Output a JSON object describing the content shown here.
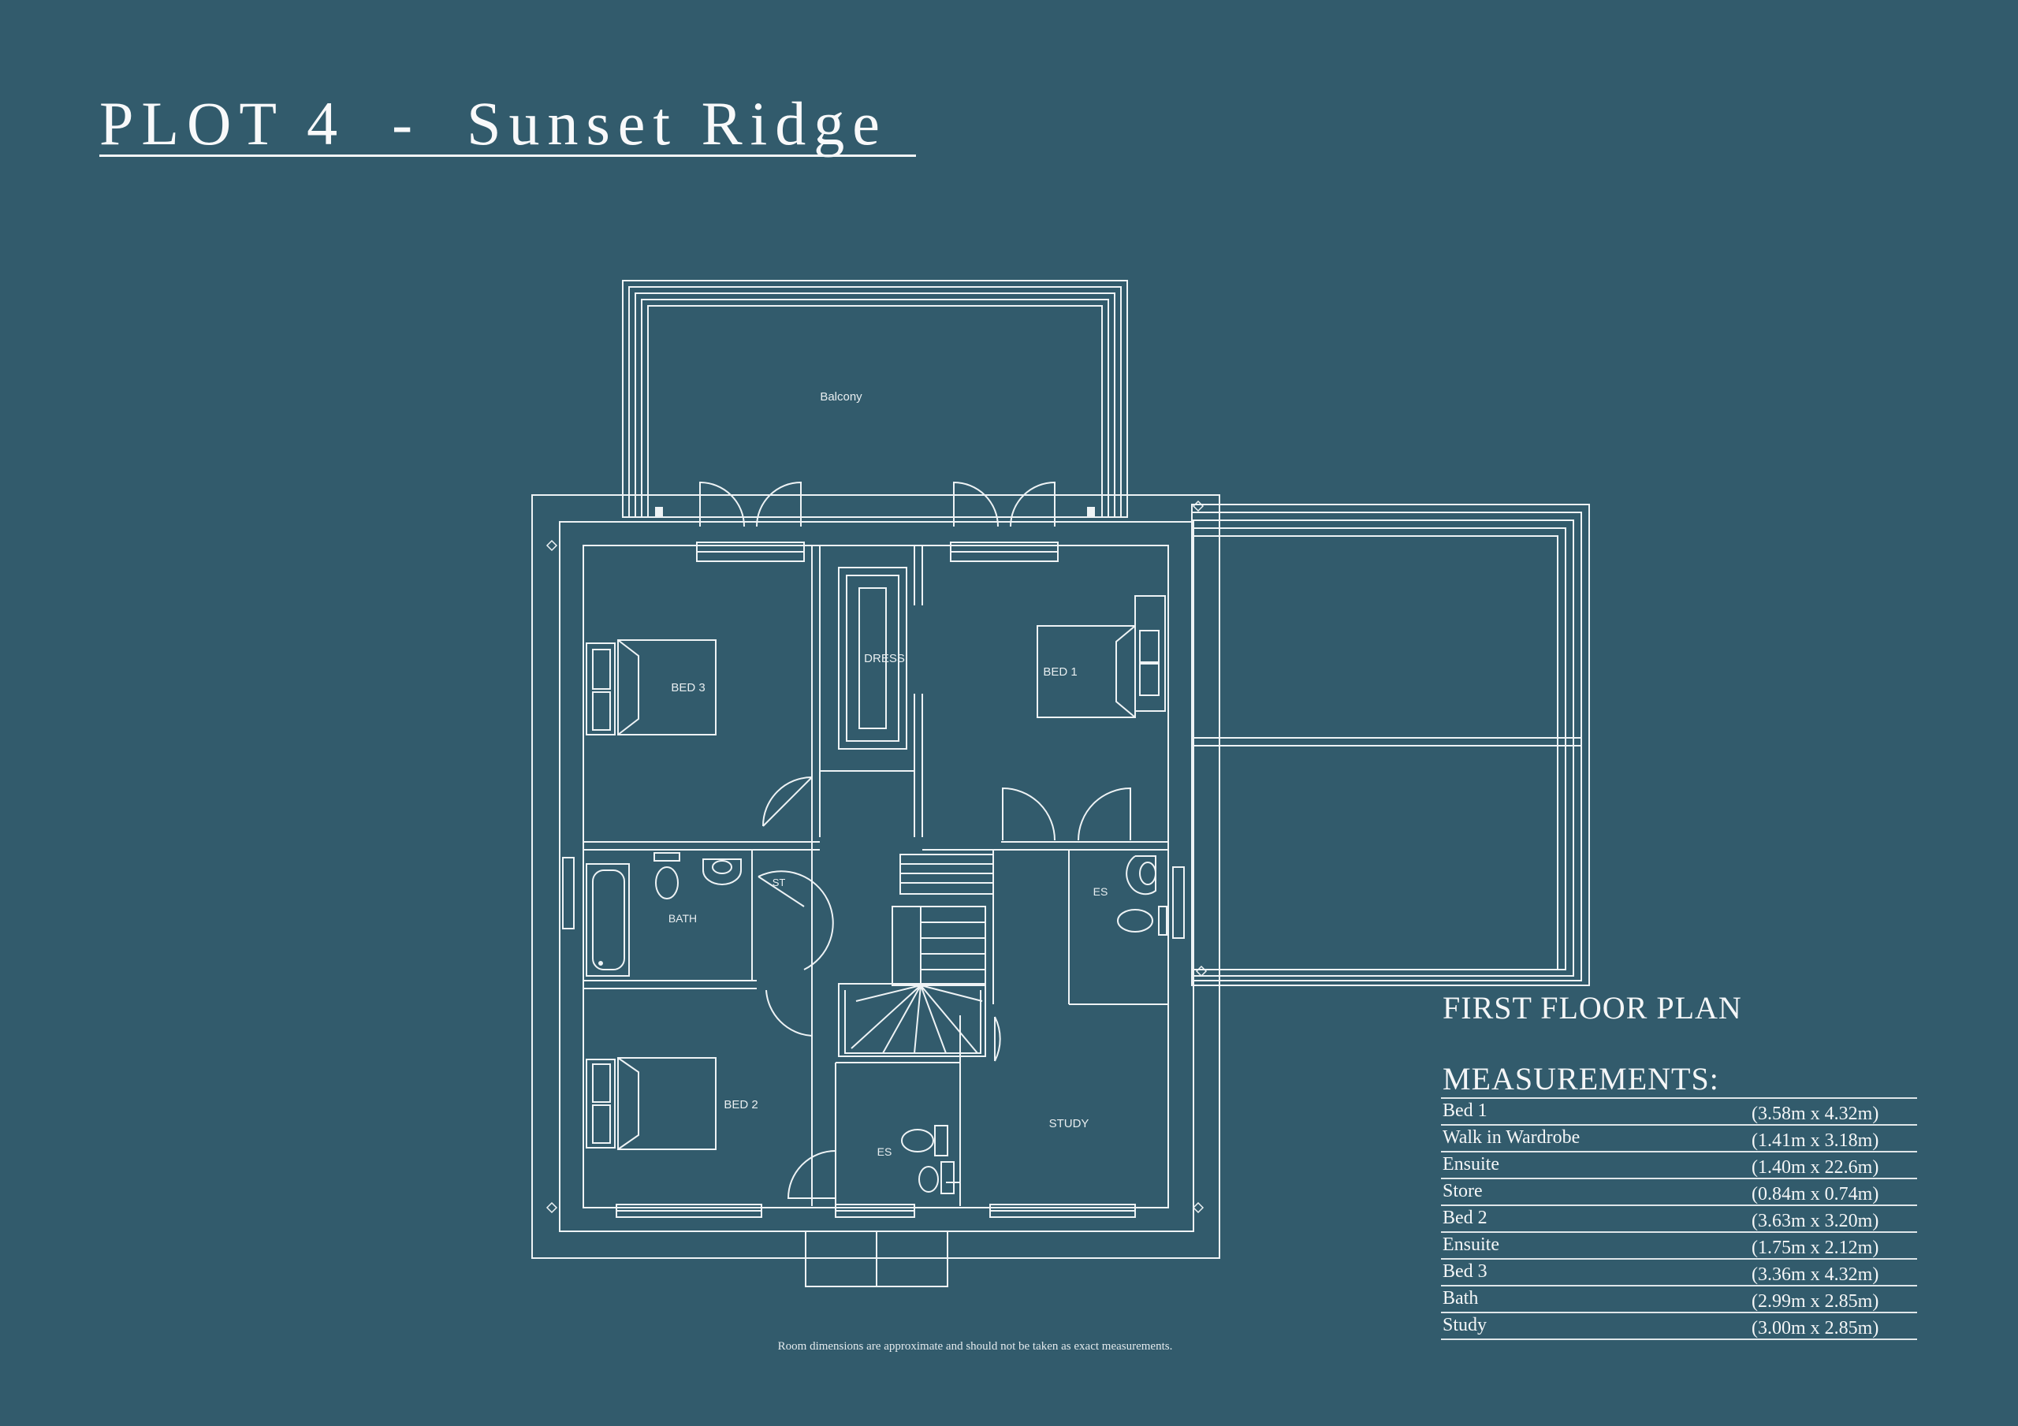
{
  "title": "PLOT 4  -  Sunset Ridge",
  "plan_heading": "FIRST FLOOR PLAN",
  "measurements_heading": "MEASUREMENTS:",
  "measurements": [
    {
      "room": "Bed 1",
      "dims": "(3.58m x 4.32m)"
    },
    {
      "room": "Walk in Wardrobe",
      "dims": "(1.41m x 3.18m)"
    },
    {
      "room": "Ensuite",
      "dims": "(1.40m x 22.6m)"
    },
    {
      "room": "Store",
      "dims": "(0.84m x 0.74m)"
    },
    {
      "room": "Bed 2",
      "dims": "(3.63m x 3.20m)"
    },
    {
      "room": "Ensuite",
      "dims": "(1.75m x 2.12m)"
    },
    {
      "room": "Bed 3",
      "dims": "(3.36m x 4.32m)"
    },
    {
      "room": "Bath",
      "dims": "(2.99m x 2.85m)"
    },
    {
      "room": "Study",
      "dims": "(3.00m x 2.85m)"
    }
  ],
  "room_labels": {
    "balcony": "Balcony",
    "bed3": "BED 3",
    "dress": "DRESS",
    "bed1": "BED 1",
    "bath": "BATH",
    "st": "ST",
    "es_right": "ES",
    "bed2": "BED 2",
    "es_bottom": "ES",
    "study": "STUDY"
  },
  "disclaimer": "Room dimensions are approximate and should not be taken as exact measurements.",
  "colors": {
    "background": "#325b6c",
    "line": "#eef3f5"
  }
}
